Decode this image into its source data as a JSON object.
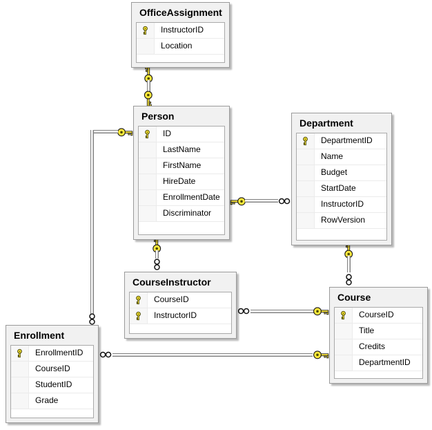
{
  "colors": {
    "canvas_bg": "#ffffff",
    "table_bg": "#f1f1f1",
    "table_border": "#9a9a9a",
    "grid_bg": "#ffffff",
    "row_separator": "#ebebeb",
    "key_yellow": "#ffe93b",
    "connector_gray": "#7d7d7d"
  },
  "diagram": {
    "tables": [
      {
        "name": "OfficeAssignment",
        "columns": [
          {
            "name": "InstructorID",
            "primary_key": true
          },
          {
            "name": "Location",
            "primary_key": false
          }
        ]
      },
      {
        "name": "Person",
        "columns": [
          {
            "name": "ID",
            "primary_key": true
          },
          {
            "name": "LastName",
            "primary_key": false
          },
          {
            "name": "FirstName",
            "primary_key": false
          },
          {
            "name": "HireDate",
            "primary_key": false
          },
          {
            "name": "EnrollmentDate",
            "primary_key": false
          },
          {
            "name": "Discriminator",
            "primary_key": false
          }
        ]
      },
      {
        "name": "Department",
        "columns": [
          {
            "name": "DepartmentID",
            "primary_key": true
          },
          {
            "name": "Name",
            "primary_key": false
          },
          {
            "name": "Budget",
            "primary_key": false
          },
          {
            "name": "StartDate",
            "primary_key": false
          },
          {
            "name": "InstructorID",
            "primary_key": false
          },
          {
            "name": "RowVersion",
            "primary_key": false
          }
        ]
      },
      {
        "name": "CourseInstructor",
        "columns": [
          {
            "name": "CourseID",
            "primary_key": true
          },
          {
            "name": "InstructorID",
            "primary_key": true
          }
        ]
      },
      {
        "name": "Course",
        "columns": [
          {
            "name": "CourseID",
            "primary_key": true
          },
          {
            "name": "Title",
            "primary_key": false
          },
          {
            "name": "Credits",
            "primary_key": false
          },
          {
            "name": "DepartmentID",
            "primary_key": false
          }
        ]
      },
      {
        "name": "Enrollment",
        "columns": [
          {
            "name": "EnrollmentID",
            "primary_key": true
          },
          {
            "name": "CourseID",
            "primary_key": false
          },
          {
            "name": "StudentID",
            "primary_key": false
          },
          {
            "name": "Grade",
            "primary_key": false
          }
        ]
      }
    ],
    "relationships": [
      {
        "one_side": "OfficeAssignment",
        "many_side": "Person",
        "type": "one-to-one"
      },
      {
        "one_side": "Person",
        "many_side": "Enrollment",
        "type": "one-to-many"
      },
      {
        "one_side": "Person",
        "many_side": "CourseInstructor",
        "type": "one-to-many"
      },
      {
        "one_side": "Person",
        "many_side": "Department",
        "type": "one-to-many"
      },
      {
        "one_side": "Department",
        "many_side": "Course",
        "type": "one-to-many"
      },
      {
        "one_side": "Course",
        "many_side": "CourseInstructor",
        "type": "one-to-many"
      },
      {
        "one_side": "Course",
        "many_side": "Enrollment",
        "type": "one-to-many"
      }
    ]
  }
}
